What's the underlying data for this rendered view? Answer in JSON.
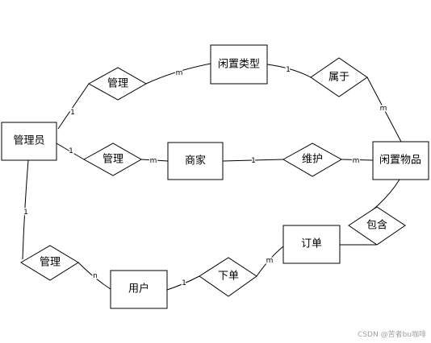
{
  "entities": {
    "admin": "管理员",
    "idle_type": "闲置类型",
    "merchant": "商家",
    "idle_item": "闲置物品",
    "order": "订单",
    "user": "用户"
  },
  "relationships": {
    "manage_type": "管理",
    "belongs_to": "属于",
    "manage_merchant": "管理",
    "maintain": "维护",
    "contains": "包含",
    "manage_user": "管理",
    "place_order": "下单"
  },
  "cardinalities": {
    "admin_manage_type": "1",
    "manage_type_idle_type": "m",
    "idle_type_belongs_to": "1",
    "belongs_to_idle_item": "m",
    "admin_manage_merchant": "1",
    "manage_merchant_merchant": "m",
    "merchant_maintain": "1",
    "maintain_idle_item": "m",
    "order_place_order": "m",
    "place_order_user": "1",
    "user_manage_user": "n",
    "admin_manage_user": "1"
  },
  "watermark": "CSDN @苦者bu咖啡"
}
